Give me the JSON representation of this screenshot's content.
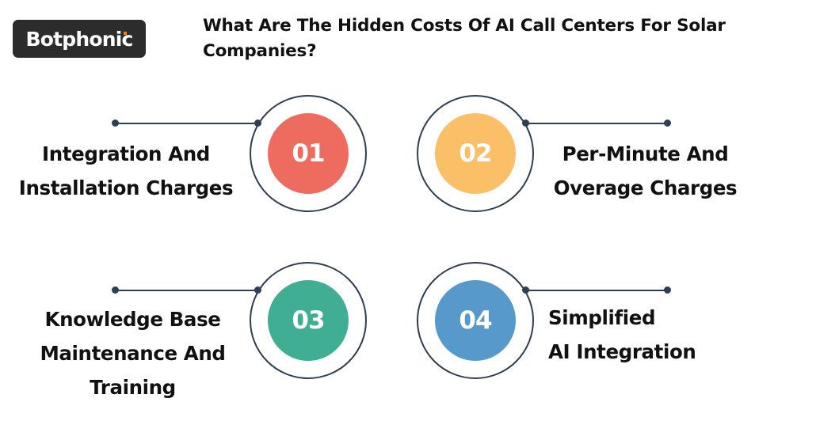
{
  "brand": {
    "name": "Botphonic",
    "accent_dot_color": "#f47b20",
    "badge_color": "#2c2c2c"
  },
  "title": {
    "line1": "What Are The Hidden Costs Of AI Call Centers For Solar",
    "line2": "Companies?"
  },
  "colors": {
    "ring": "#2f3e52",
    "item1": "#EE6B5F",
    "item2": "#FBBF68",
    "item3": "#40AE93",
    "item4": "#5899CB"
  },
  "items": [
    {
      "number": "01",
      "lines": [
        "Integration And",
        "Installation Charges"
      ],
      "color": "#EE6B5F"
    },
    {
      "number": "02",
      "lines": [
        "Per-Minute And",
        "Overage Charges"
      ],
      "color": "#FBBF68"
    },
    {
      "number": "03",
      "lines": [
        "Knowledge Base",
        "Maintenance And",
        "Training"
      ],
      "color": "#40AE93"
    },
    {
      "number": "04",
      "lines": [
        "Simplified",
        "AI Integration"
      ],
      "color": "#5899CB"
    }
  ]
}
